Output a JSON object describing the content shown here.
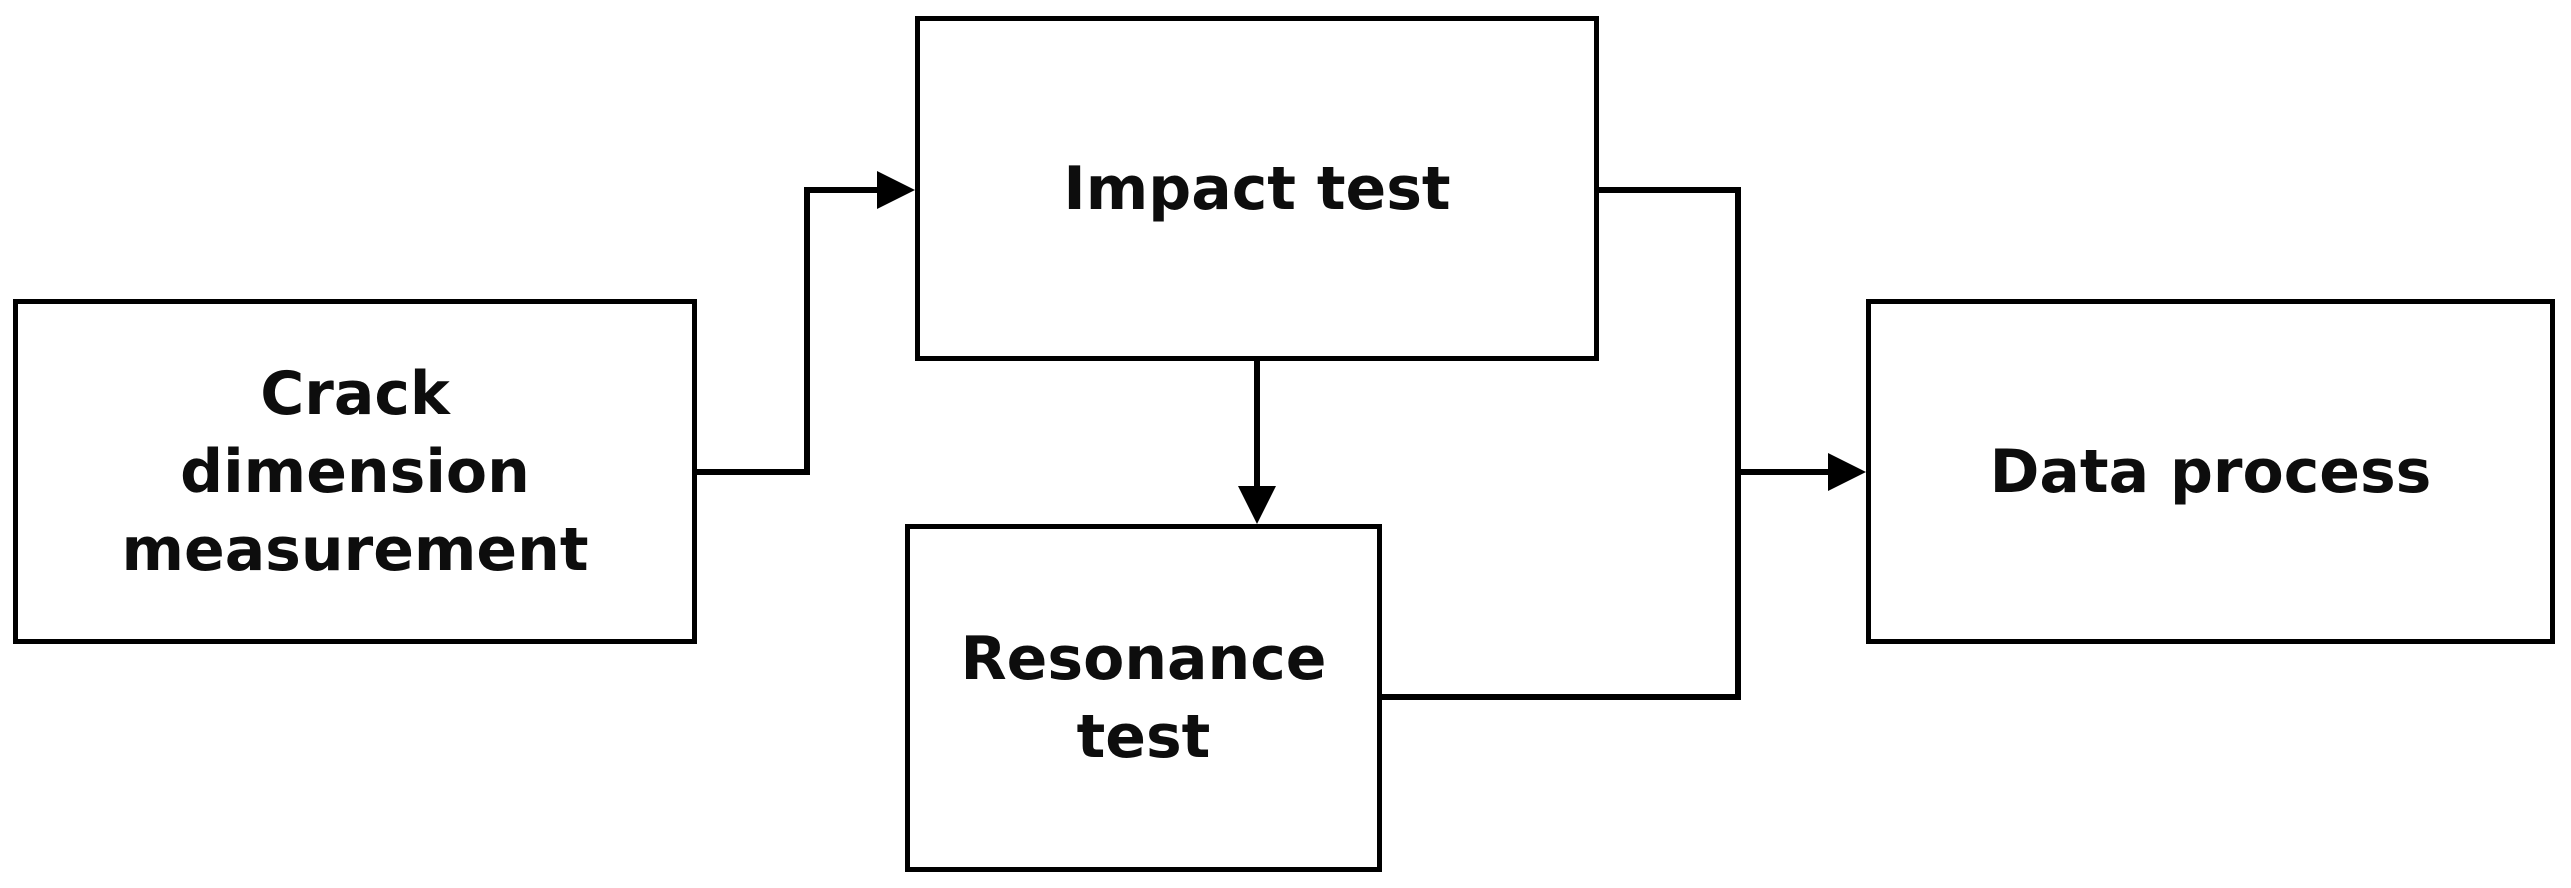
{
  "diagram": {
    "type": "flowchart",
    "title": "",
    "background_color": "#ffffff",
    "line_color": "#000000",
    "text_color": "#0d0d0d",
    "nodes": [
      {
        "id": "crack",
        "label": "Crack\ndimension\nmeasurement",
        "shape": "rectangle",
        "lines": [
          "Crack",
          "dimension",
          "measurement"
        ]
      },
      {
        "id": "impact",
        "label": "Impact test",
        "shape": "rectangle",
        "lines": [
          "Impact test"
        ]
      },
      {
        "id": "resonance",
        "label": "Resonance\ntest",
        "shape": "rectangle",
        "lines": [
          "Resonance",
          "test"
        ]
      },
      {
        "id": "dataprocess",
        "label": "Data process",
        "shape": "rectangle",
        "lines": [
          "Data process"
        ]
      }
    ],
    "edges": [
      {
        "id": "crack-to-impact",
        "from": "crack",
        "to": "impact",
        "label": "",
        "style": "elbow",
        "arrow": "end"
      },
      {
        "id": "impact-to-resonance",
        "from": "impact",
        "to": "resonance",
        "label": "",
        "style": "straight-vertical",
        "arrow": "end"
      },
      {
        "id": "impact-to-dataprocess",
        "from": "impact",
        "to": "dataprocess",
        "label": "",
        "style": "elbow",
        "arrow": "end"
      },
      {
        "id": "resonance-to-dataprocess",
        "from": "resonance",
        "to": "dataprocess",
        "label": "",
        "style": "elbow",
        "arrow": "none"
      }
    ]
  }
}
